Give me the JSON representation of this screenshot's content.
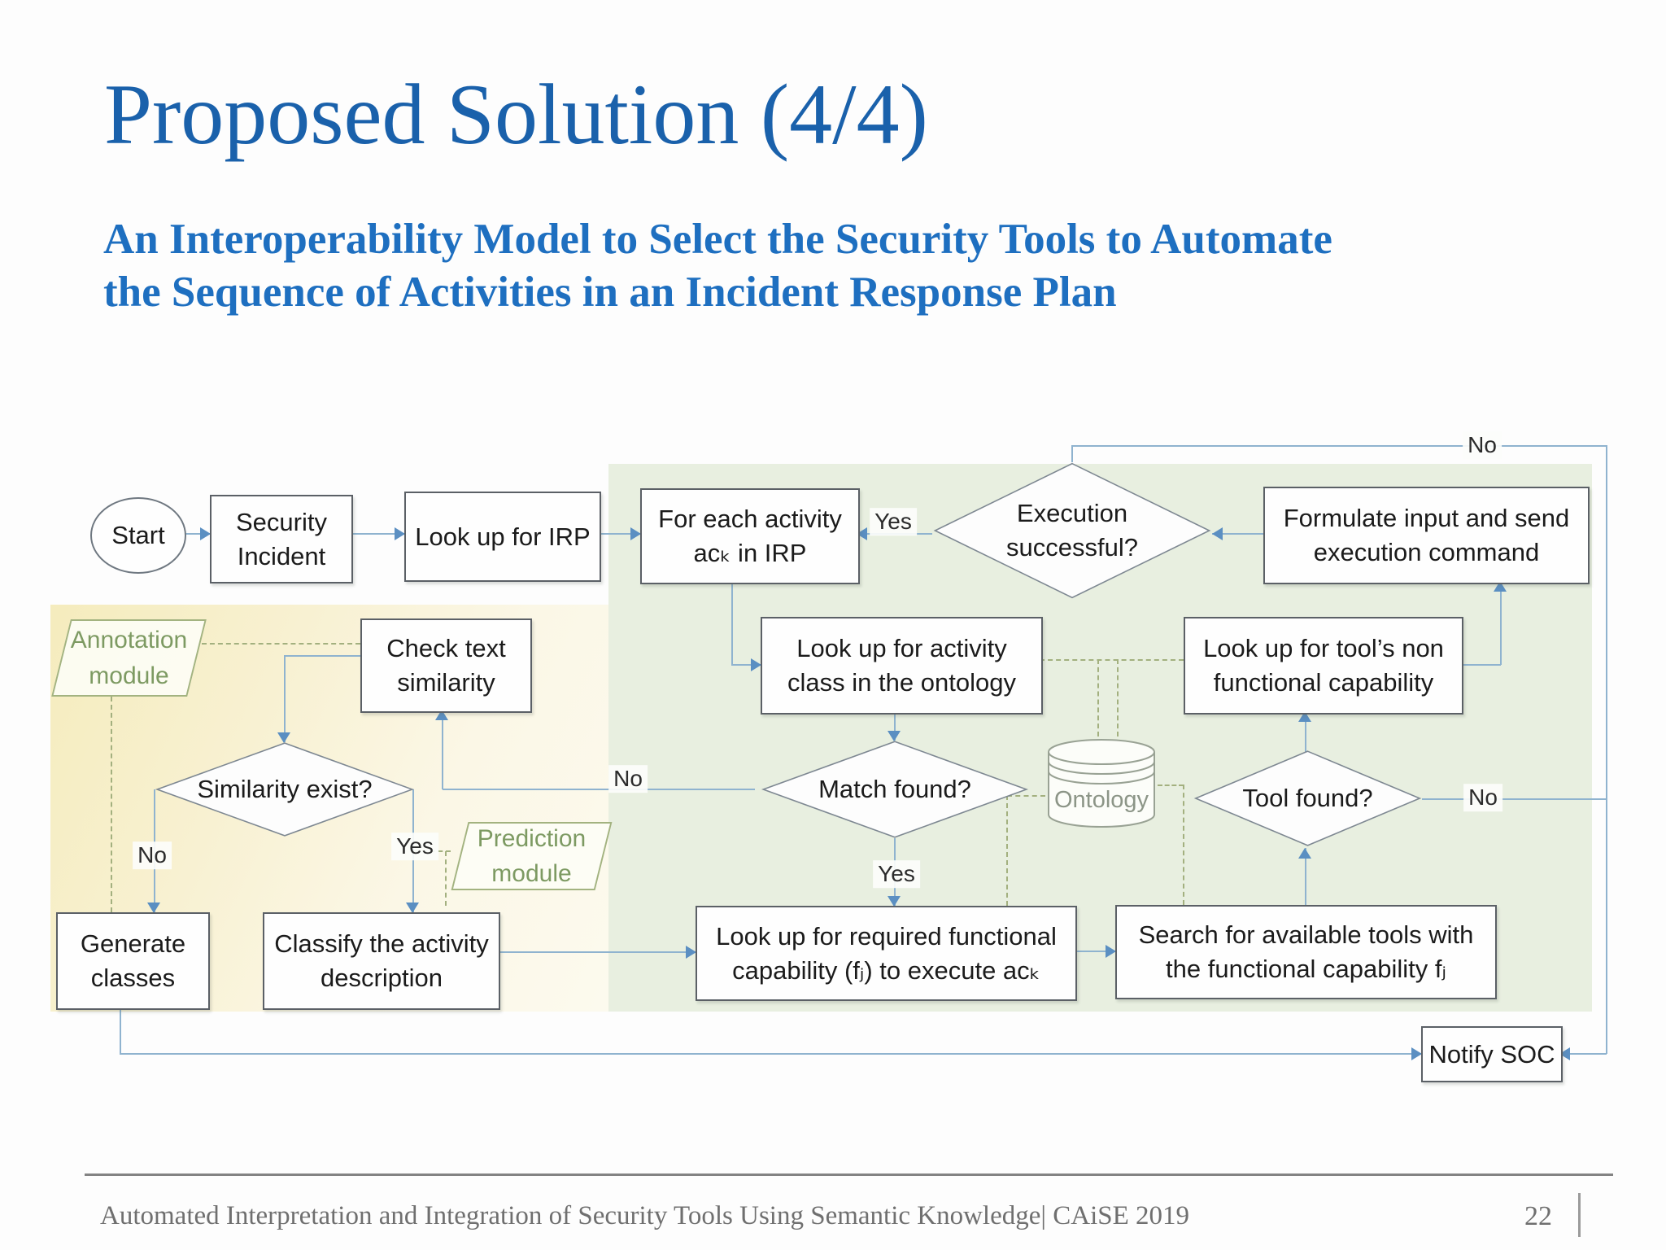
{
  "slide": {
    "title": "Proposed Solution (4/4)",
    "subtitle": "An Interoperability Model to Select the Security Tools to Automate\nthe Sequence of Activities in an Incident Response Plan",
    "footer": {
      "text": "Automated Interpretation and Integration of Security Tools Using Semantic Knowledge| CAiSE 2019",
      "page_number": "22"
    },
    "colors": {
      "title_blue": "#1a61ab",
      "subtitle_blue": "#1e6fc0",
      "panel_green": "#e8efe0",
      "panel_yellow": "#f5ecbd",
      "flow_line_blue": "#8fb3cf",
      "arrow_blue": "#5b8fc2",
      "dashed_olive": "#a3b07f",
      "module_text_green": "#7d9a62",
      "footer_gray": "#6f6f6f"
    }
  },
  "flowchart": {
    "nodes": {
      "start": {
        "label": "Start"
      },
      "security_incident": {
        "label": "Security\nIncident"
      },
      "look_up_irp": {
        "label": "Look up for IRP"
      },
      "for_each_activity": {
        "label": "For each activity\nacₖ in IRP"
      },
      "execution_successful": {
        "label": "Execution\nsuccessful?"
      },
      "formulate_input": {
        "label": "Formulate input and send\nexecution command"
      },
      "annotation_module": {
        "label": "Annotation\nmodule"
      },
      "check_text_similarity": {
        "label": "Check text\nsimilarity"
      },
      "look_up_activity_class": {
        "label": "Look up for activity\nclass in the ontology"
      },
      "look_up_tools_non_functional": {
        "label": "Look up for tool’s non\nfunctional capability"
      },
      "similarity_exist": {
        "label": "Similarity exist?"
      },
      "match_found": {
        "label": "Match found?"
      },
      "ontology": {
        "label": "Ontology"
      },
      "tool_found": {
        "label": "Tool found?"
      },
      "generate_classes": {
        "label": "Generate\nclasses"
      },
      "classify_activity": {
        "label": "Classify the activity\ndescription"
      },
      "prediction_module": {
        "label": "Prediction\nmodule"
      },
      "look_up_required_capability": {
        "label": "Look up for required functional\ncapability (fⱼ) to execute acₖ"
      },
      "search_available_tools": {
        "label": "Search for available tools with\nthe functional capability fⱼ"
      },
      "notify_soc": {
        "label": "Notify SOC"
      }
    },
    "edge_labels": {
      "exec_yes": "Yes",
      "exec_no": "No",
      "match_no": "No",
      "match_yes": "Yes",
      "similarity_no": "No",
      "similarity_yes": "Yes",
      "tool_no": "No"
    }
  }
}
